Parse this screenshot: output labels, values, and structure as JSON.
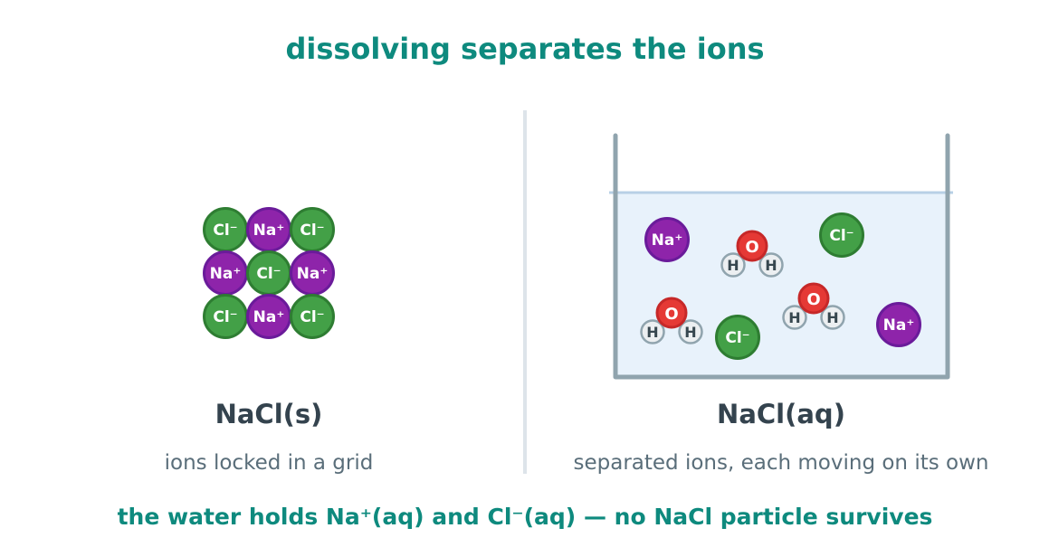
{
  "title": "dissolving separates the ions",
  "left": {
    "label": "NaCl(s)",
    "caption": "ions locked in a grid",
    "grid": [
      [
        "Cl⁻",
        "Na⁺",
        "Cl⁻"
      ],
      [
        "Na⁺",
        "Cl⁻",
        "Na⁺"
      ],
      [
        "Cl⁻",
        "Na⁺",
        "Cl⁻"
      ]
    ]
  },
  "right": {
    "label": "NaCl(aq)",
    "caption": "separated ions, each moving on its own",
    "ions": [
      "Na⁺",
      "Cl⁻",
      "Cl⁻",
      "Na⁺"
    ],
    "water_atoms": {
      "oxygen": "O",
      "hydrogen": "H"
    }
  },
  "footer": "the water holds Na⁺(aq) and Cl⁻(aq) — no NaCl particle survives",
  "colors": {
    "teal": "#0e8a7e",
    "chloride_fill": "#43a047",
    "chloride_stroke": "#2e7d32",
    "sodium_fill": "#8e24aa",
    "sodium_stroke": "#6a1b9a",
    "oxygen_fill": "#e53935",
    "oxygen_stroke": "#c62828",
    "hydrogen_fill": "#eceff1",
    "hydrogen_stroke": "#90a4ae",
    "water_fill": "#e8f2fb",
    "water_line": "#b8d0e6",
    "beaker": "#90a4ae",
    "divider": "#dde4ea"
  }
}
